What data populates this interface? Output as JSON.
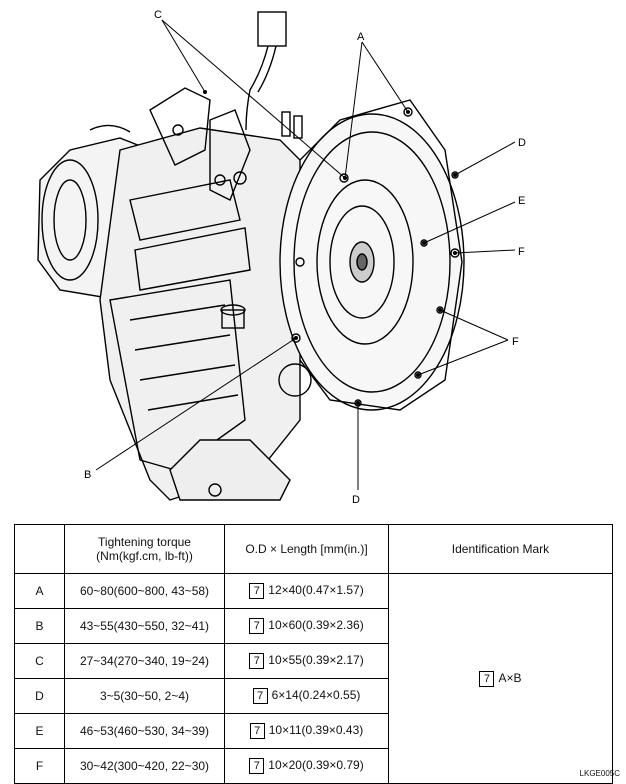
{
  "callouts": {
    "A": "A",
    "B": "B",
    "C": "C",
    "D_top": "D",
    "D_bottom": "D",
    "E": "E",
    "F_top": "F",
    "F_bottom": "F"
  },
  "table": {
    "headers": {
      "bolt": "",
      "torque_line1": "Tightening torque",
      "torque_line2": "(Nm(kgf.cm, lb-ft))",
      "size": "O.D × Length [mm(in.)]",
      "mark": "Identification Mark"
    },
    "rows": [
      {
        "bolt": "A",
        "torque": "60~80(600~800, 43~58)",
        "mark_no": "7",
        "size": "12×40(0.47×1.57)"
      },
      {
        "bolt": "B",
        "torque": "43~55(430~550, 32~41)",
        "mark_no": "7",
        "size": "10×60(0.39×2.36)"
      },
      {
        "bolt": "C",
        "torque": "27~34(270~340, 19~24)",
        "mark_no": "7",
        "size": "10×55(0.39×2.17)"
      },
      {
        "bolt": "D",
        "torque": "3~5(30~50, 2~4)",
        "mark_no": "7",
        "size": "6×14(0.24×0.55)"
      },
      {
        "bolt": "E",
        "torque": "46~53(460~530, 34~39)",
        "mark_no": "7",
        "size": "10×11(0.39×0.43)"
      },
      {
        "bolt": "F",
        "torque": "30~42(300~420, 22~30)",
        "mark_no": "7",
        "size": "10×20(0.39×0.79)"
      }
    ],
    "id_mark": {
      "box": "7",
      "text": "A×B"
    }
  },
  "figure_code": "LKGE005C"
}
